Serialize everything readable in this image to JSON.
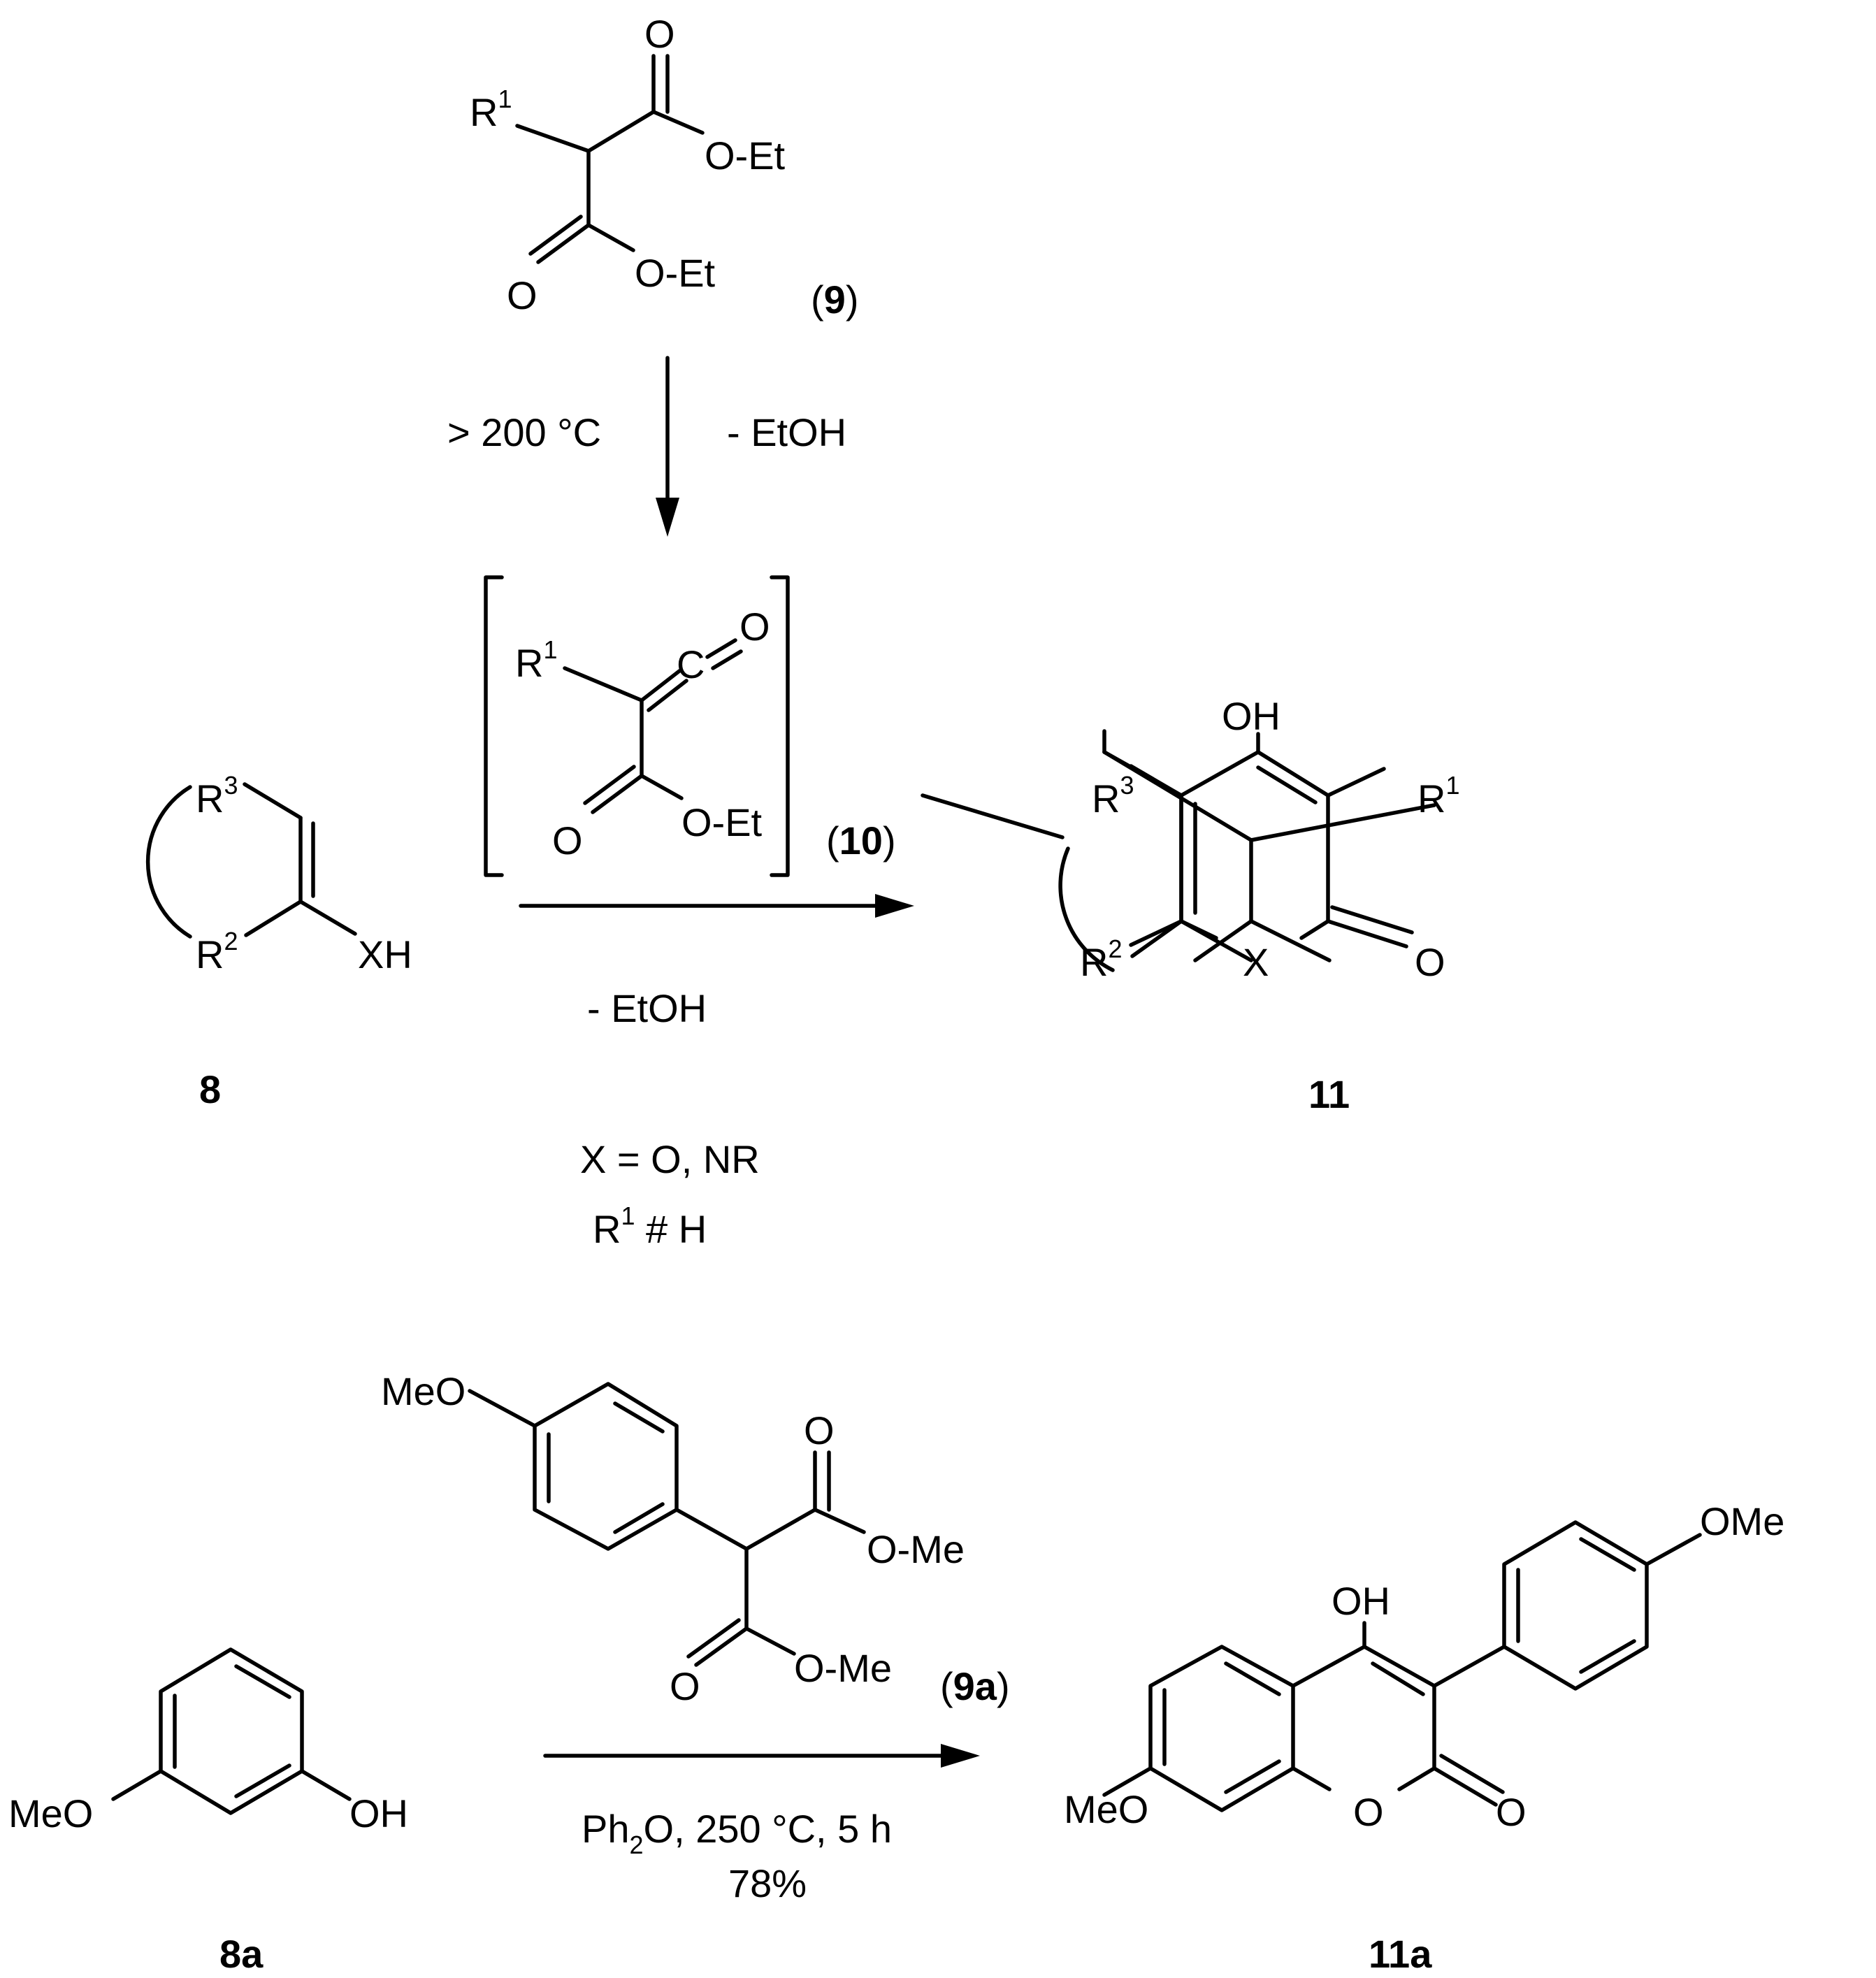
{
  "scheme_1": {
    "reagent_9": {
      "substituent_R1": "R",
      "substituent_R1_sup": "1",
      "carbonyl_O_top": "O",
      "ester_top": "O-Et",
      "carbonyl_O_bottom": "O",
      "ester_bottom": "O-Et",
      "label_open": "(",
      "label_number": "9",
      "label_close": ")"
    },
    "step_1": {
      "condition_left": "> 200 °C",
      "condition_right": "- EtOH"
    },
    "intermediate_10": {
      "substituent_R1": "R",
      "substituent_R1_sup": "1",
      "ketene_C": "C",
      "ketene_O": "O",
      "carbonyl_O": "O",
      "ester": "O-Et",
      "label_open": "(",
      "label_number": "10",
      "label_close": ")"
    },
    "reactant_8": {
      "substituent_R3": "R",
      "substituent_R3_sup": "3",
      "substituent_R2": "R",
      "substituent_R2_sup": "2",
      "group_XH": "XH",
      "label": "8"
    },
    "step_2": {
      "byproduct": "- EtOH",
      "note_X": "X = O, NR",
      "note_R1_main": "R",
      "note_R1_sup": "1",
      "note_R1_rest": " # H"
    },
    "product_11": {
      "hydroxy": "OH",
      "substituent_R1": "R",
      "substituent_R1_sup": "1",
      "substituent_R3": "R",
      "substituent_R3_sup": "3",
      "substituent_R2": "R",
      "substituent_R2_sup": "2",
      "heteroatom_X": "X",
      "carbonyl_O": "O",
      "label": "11"
    }
  },
  "scheme_2": {
    "reagent_9a": {
      "methoxy": "MeO",
      "carbonyl_O_top": "O",
      "ester_top": "O-Me",
      "carbonyl_O_bottom": "O",
      "ester_bottom": "O-Me",
      "label_open": "(",
      "label_number": "9a",
      "label_close": ")"
    },
    "reactant_8a": {
      "methoxy": "MeO",
      "hydroxy": "OH",
      "label": "8a"
    },
    "conditions": {
      "solvent_main": "Ph",
      "solvent_sub": "2",
      "solvent_rest": "O, 250 °C, 5 h",
      "yield": "78%"
    },
    "product_11a": {
      "hydroxy": "OH",
      "methoxy_right": "OMe",
      "methoxy_left": "MeO",
      "ring_O": "O",
      "carbonyl_O": "O",
      "label": "11a"
    }
  }
}
